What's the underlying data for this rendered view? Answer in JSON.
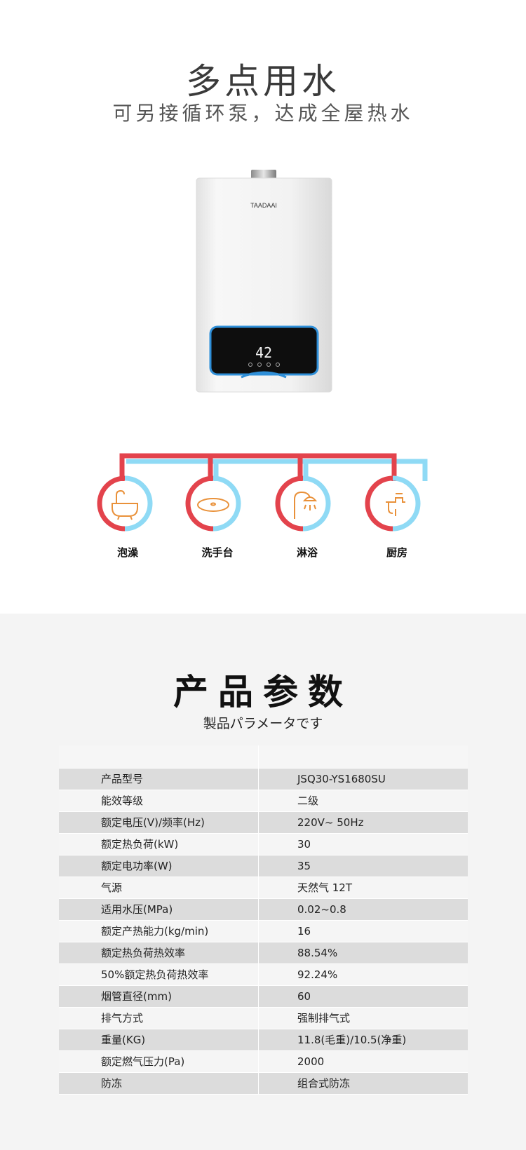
{
  "hero": {
    "title": "多点用水",
    "subtitle": "可另接循环泵，达成全屋热水",
    "product": {
      "brand": "TAADAAI",
      "display_temp": "42"
    },
    "uses": [
      {
        "label": "泡澡",
        "icon": "bathtub-icon"
      },
      {
        "label": "洗手台",
        "icon": "washbasin-icon"
      },
      {
        "label": "淋浴",
        "icon": "shower-icon"
      },
      {
        "label": "厨房",
        "icon": "kitchen-faucet-icon"
      }
    ],
    "colors": {
      "hot": "#e3434c",
      "cold": "#8fdaf5",
      "icon": "#e9913a"
    }
  },
  "params": {
    "title": "产品参数",
    "subtitle": "製品パラメータです",
    "rows": [
      {
        "label": "产品型号",
        "value": "JSQ30-YS1680SU"
      },
      {
        "label": "能效等级",
        "value": "二级"
      },
      {
        "label": "额定电压(V)/频率(Hz)",
        "value": "220V~   50Hz"
      },
      {
        "label": "额定热负荷(kW)",
        "value": "30"
      },
      {
        "label": "额定电功率(W)",
        "value": "35"
      },
      {
        "label": "气源",
        "value": "天然气 12T"
      },
      {
        "label": "适用水压(MPa)",
        "value": "0.02~0.8"
      },
      {
        "label": "额定产热能力(kg/min)",
        "value": "16"
      },
      {
        "label": "额定热负荷热效率",
        "value": "88.54%"
      },
      {
        "label": "50%额定热负荷热效率",
        "value": "92.24%"
      },
      {
        "label": "烟管直径(mm)",
        "value": "60"
      },
      {
        "label": "排气方式",
        "value": "强制排气式"
      },
      {
        "label": "重量(KG)",
        "value": "11.8(毛重)/10.5(净重)"
      },
      {
        "label": "额定燃气压力(Pa)",
        "value": "2000"
      },
      {
        "label": "防冻",
        "value": "组合式防冻"
      }
    ]
  }
}
